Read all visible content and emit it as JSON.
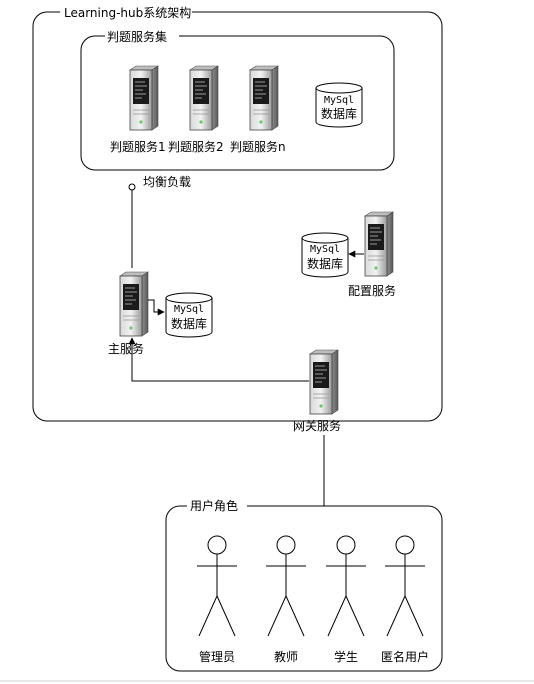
{
  "system": {
    "title": "Learning-hub系统架构"
  },
  "judge_cluster": {
    "title": "判题服务集",
    "servers": [
      "判题服务1",
      "判题服务2",
      "判题服务n"
    ],
    "db": {
      "line1": "MySql",
      "line2": "数据库"
    }
  },
  "load_balance": {
    "label": "均衡负载"
  },
  "config_service": {
    "label": "配置服务",
    "db": {
      "line1": "MySql",
      "line2": "数据库"
    }
  },
  "main_service": {
    "label": "主服务",
    "db": {
      "line1": "MySql",
      "line2": "数据库"
    }
  },
  "gateway": {
    "label": "网关服务"
  },
  "user_roles": {
    "title": "用户角色",
    "roles": [
      "管理员",
      "教师",
      "学生",
      "匿名用户"
    ]
  }
}
